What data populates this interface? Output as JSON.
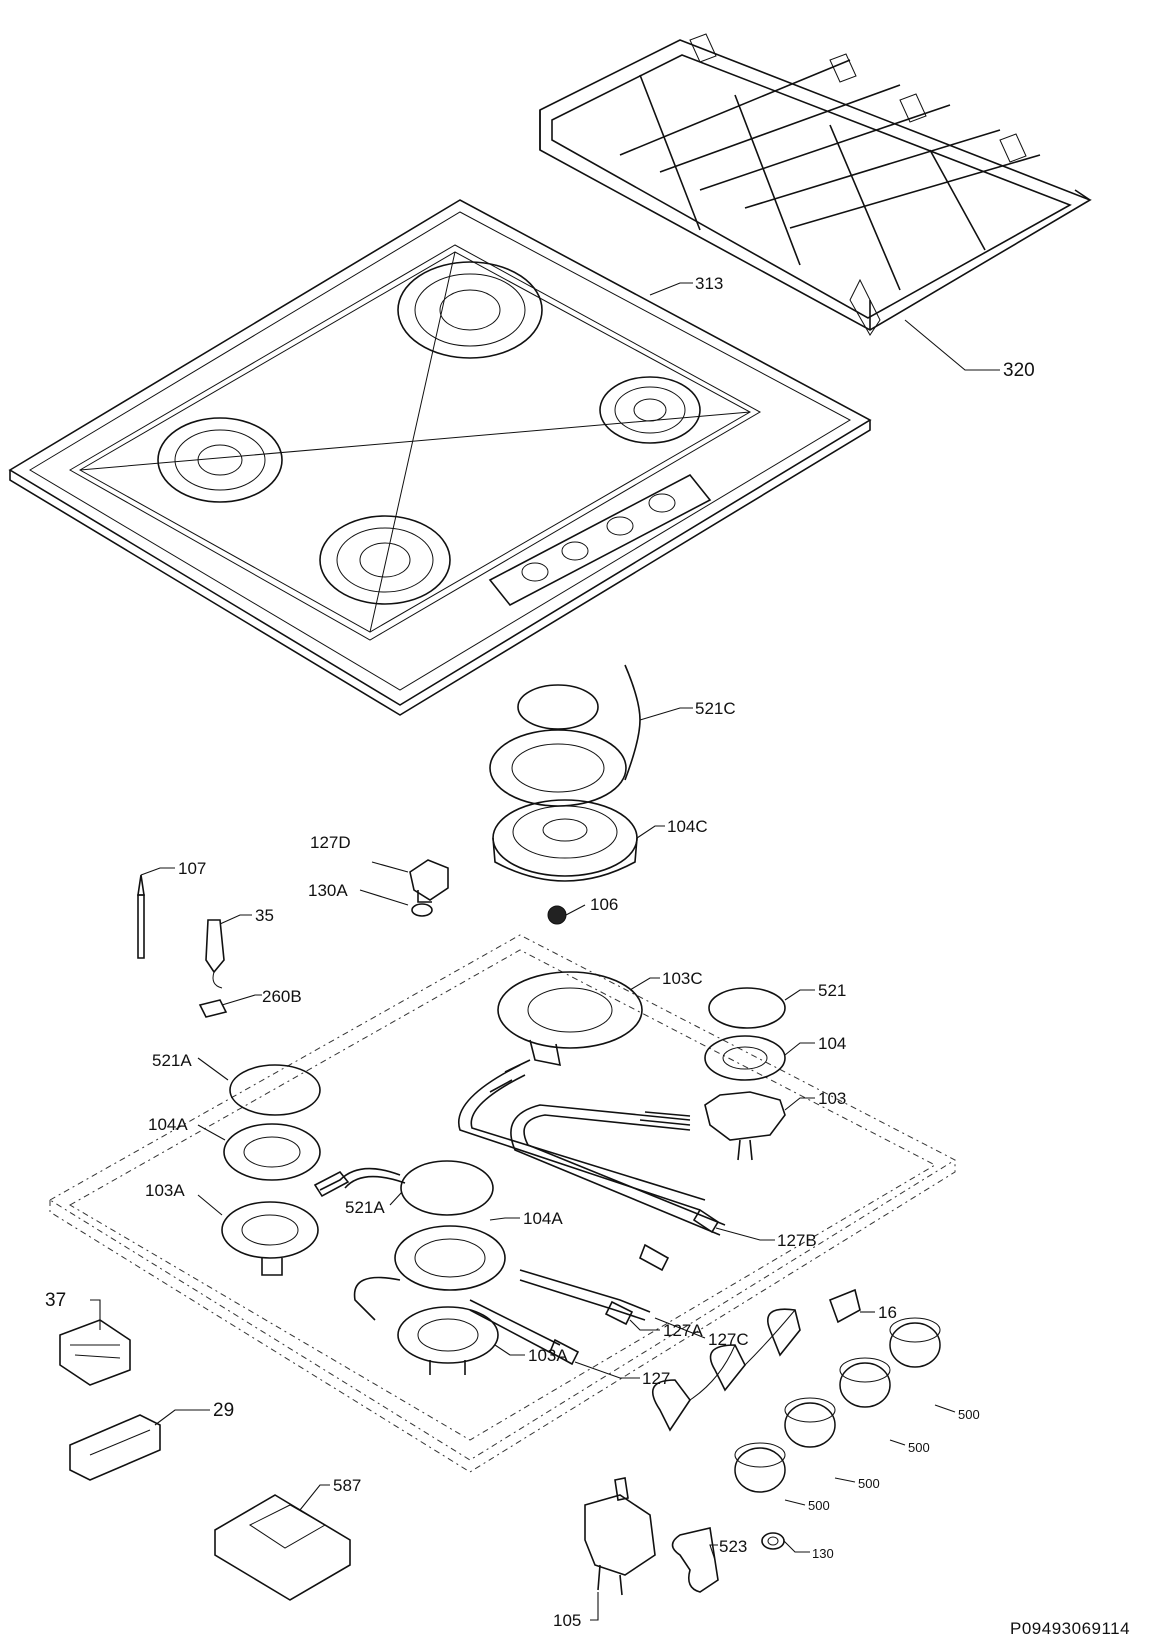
{
  "labels": {
    "l313": "313",
    "l320": "320",
    "l521c": "521C",
    "l104c": "104C",
    "l127d": "127D",
    "l130a": "130A",
    "l106": "106",
    "l107": "107",
    "l35": "35",
    "l260b": "260B",
    "l103c": "103C",
    "l521": "521",
    "l104": "104",
    "l103": "103",
    "l521a_left": "521A",
    "l104a_left": "104A",
    "l103a_left": "103A",
    "l521a_mid": "521A",
    "l104a_mid": "104A",
    "l127b": "127B",
    "l127c": "127C",
    "l127a": "127A",
    "l127": "127",
    "l103a_mid": "103A",
    "l16": "16",
    "l37": "37",
    "l29": "29",
    "l500_1": "500",
    "l500_2": "500",
    "l500_3": "500",
    "l500_4": "500",
    "l587": "587",
    "l523": "523",
    "l130": "130",
    "l105": "105"
  },
  "footer_code": "P09493069114"
}
